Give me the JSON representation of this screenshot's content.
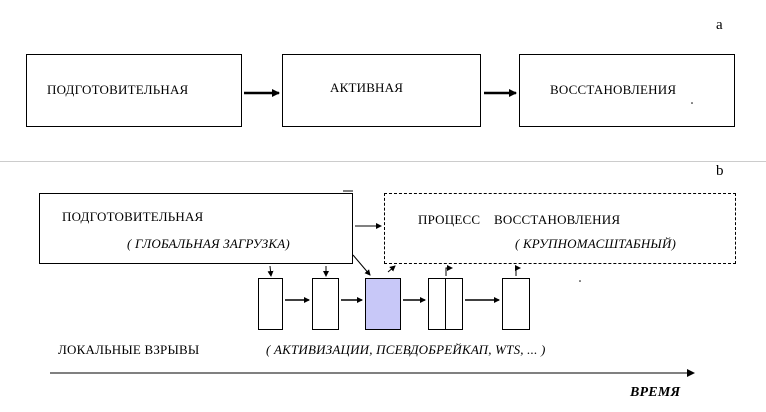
{
  "panel_a": {
    "letter": "a",
    "stages": [
      {
        "label": "ПОДГОТОВИТЕЛЬНАЯ"
      },
      {
        "label": "АКТИВНАЯ"
      },
      {
        "label": "ВОССТАНОВЛЕНИЯ"
      }
    ]
  },
  "panel_b": {
    "letter": "b",
    "prep_label": "ПОДГОТОВИТЕЛЬНАЯ",
    "prep_sublabel": "( ГЛОБАЛЬНАЯ ЗАГРУЗКА)",
    "recovery_label": "ПРОЦЕСС    ВОССТАНОВЛЕНИЯ",
    "recovery_sublabel": "( КРУПНОМАСШТАБНЫЙ)",
    "local_label": "ЛОКАЛЬНЫЕ ВЗРЫВЫ",
    "local_sublabel": "( АКТИВИЗАЦИИ, ПСЕВДОБРЕЙКАП, WTS, ... )",
    "time_label": "ВРЕМЯ"
  },
  "colors": {
    "highlight_fill": "#c8c8f8",
    "divider": "#cccccc"
  }
}
